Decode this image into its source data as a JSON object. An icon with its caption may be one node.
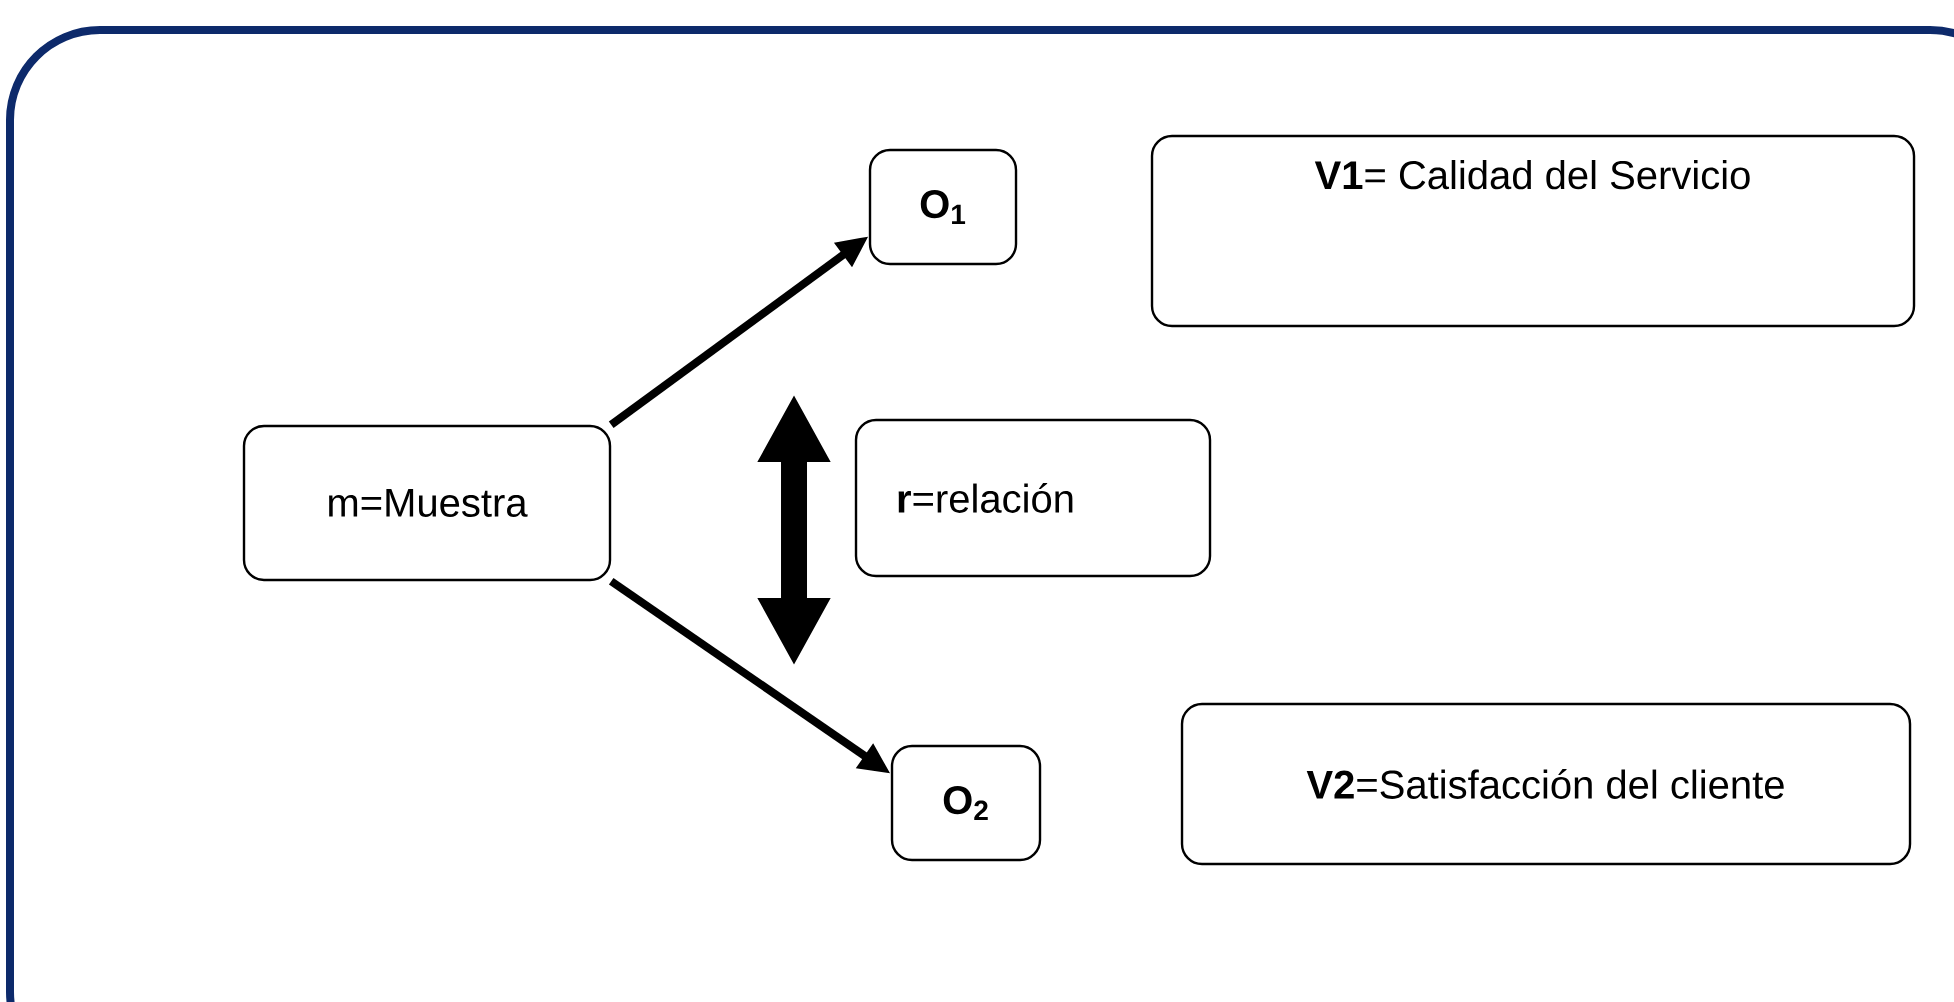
{
  "diagram": {
    "nodes": [
      {
        "text": [
          "m=Muestra"
        ]
      },
      {
        "text": [
          "O$_{1}$"
        ]
      },
      {
        "text": [
          "**V1**= Calidad del Servicio"
        ]
      },
      {
        "text": [
          "**r**=relación"
        ]
      },
      {
        "text": [
          "O$_{2}$"
        ]
      },
      {
        "text": [
          "**V2**=Satisfacción del cliente"
        ]
      }
    ],
    "edges": [
      {
        "from": 0,
        "to": 1,
        "arrow": "to"
      },
      {
        "from": 0,
        "to": 4,
        "arrow": "to"
      }
    ]
  }
}
